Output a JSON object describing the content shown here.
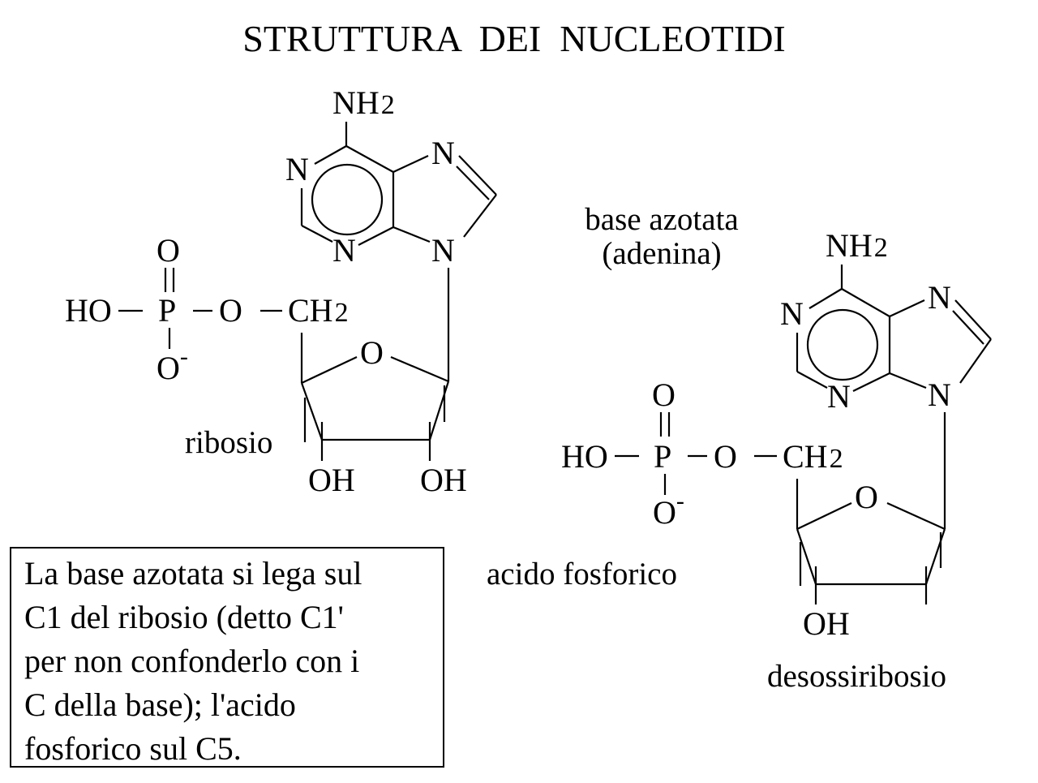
{
  "title": "STRUTTURA  DEI  NUCLEOTIDI",
  "atoms": {
    "nh2": "NH",
    "nh2_sub": "2",
    "n": "N",
    "o": "O",
    "p": "P",
    "ho": "HO",
    "ch2": "CH",
    "ch2_sub": "2",
    "o_minus": "O",
    "minus": "-",
    "oh": "OH"
  },
  "labels": {
    "base_line1": "base azotata",
    "base_line2": "(adenina)",
    "ribosio": "ribosio",
    "acido_fosforico": "acido fosforico",
    "desossiribosio": "desossiribosio"
  },
  "note": {
    "lines": [
      "La base azotata si lega sul",
      "C1 del ribosio (detto C1'",
      "per non confonderlo con i",
      "C della base); l'acido",
      "fosforico sul C5."
    ]
  }
}
